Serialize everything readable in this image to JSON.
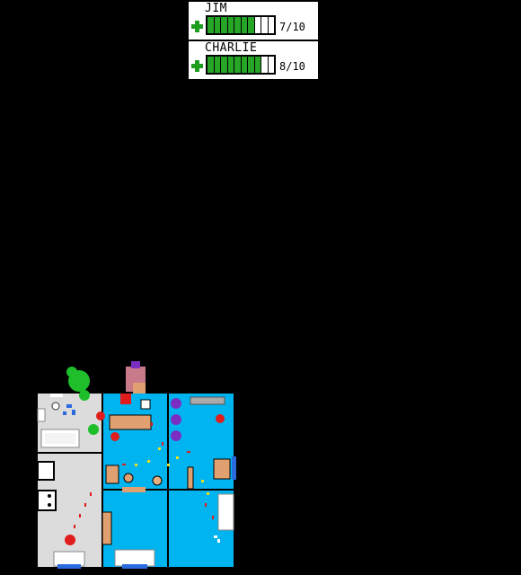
{
  "hud": {
    "players": [
      {
        "name": "JIM",
        "health": 7,
        "max": 10,
        "value_text": "7/10"
      },
      {
        "name": "CHARLIE",
        "health": 8,
        "max": 10,
        "value_text": "8/10"
      }
    ]
  },
  "colors": {
    "health_fill": "#26a526",
    "water": "#00b4f0",
    "floor_gray": "#dcdcdc",
    "furniture": "#e0a070",
    "blood": "#e01c1c"
  }
}
